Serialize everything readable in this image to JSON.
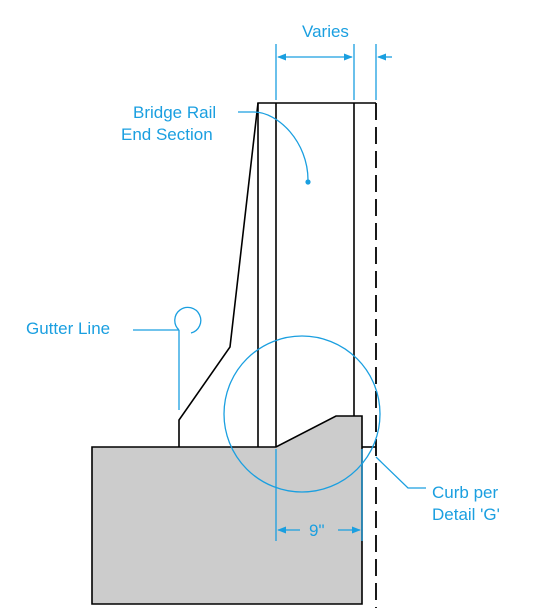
{
  "colors": {
    "callout": "#1a9fe0",
    "outline": "#000000",
    "fill": "#cccccc",
    "background": "#ffffff"
  },
  "labels": {
    "varies": "Varies",
    "bridge_rail_line1": "Bridge Rail",
    "bridge_rail_line2": "End Section",
    "gutter_line": "Gutter Line",
    "curb_line1": "Curb per",
    "curb_line2": "Detail 'G'",
    "nine_inch": "9\""
  }
}
